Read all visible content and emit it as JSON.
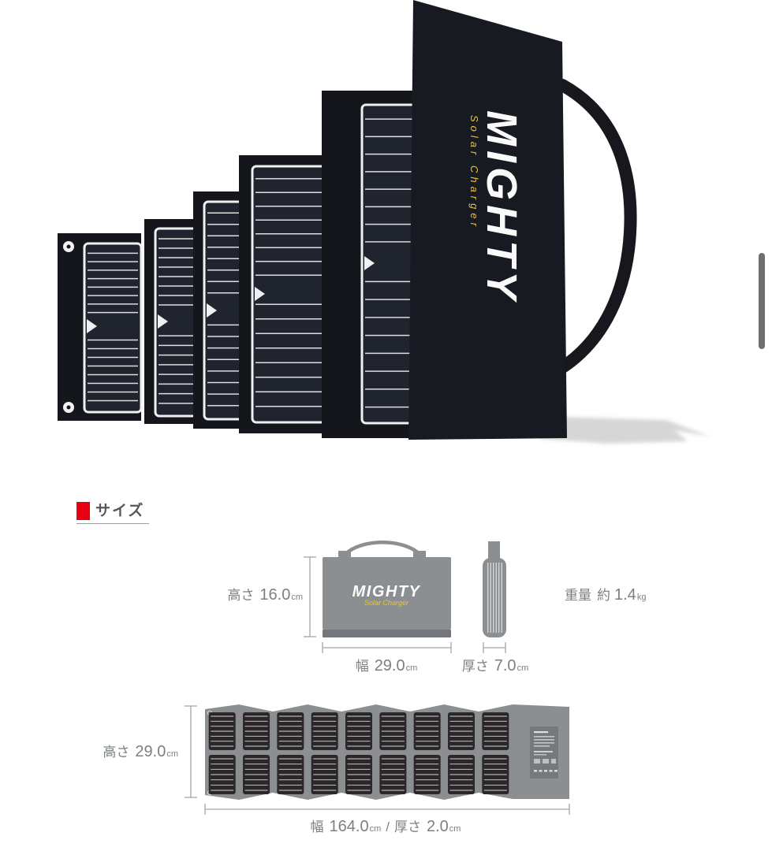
{
  "page": {
    "background": "#ffffff"
  },
  "scrollbar": {
    "color": "#6e6e6e"
  },
  "photo": {
    "description": "MIGHTY Solar Charger folding solar panel product photo",
    "logo_text": "MIGHTY",
    "logo_sub": "Solar Charger"
  },
  "size_section": {
    "heading": "サイズ",
    "accent_color": "#e60012",
    "folded": {
      "logo_text": "MIGHTY",
      "logo_sub": "Solar Charger",
      "height": {
        "label": "高さ",
        "value": "16.0",
        "unit": "cm"
      },
      "width": {
        "label": "幅",
        "value": "29.0",
        "unit": "cm"
      },
      "thickness": {
        "label": "厚さ",
        "value": "7.0",
        "unit": "cm"
      },
      "weight": {
        "label": "重量",
        "approx": "約",
        "value": "1.4",
        "unit": "kg"
      }
    },
    "unfolded": {
      "height": {
        "label": "高さ",
        "value": "29.0",
        "unit": "cm"
      },
      "width": {
        "label": "幅",
        "value": "164.0",
        "unit": "cm"
      },
      "separator": "/",
      "thickness": {
        "label": "厚さ",
        "value": "2.0",
        "unit": "cm"
      }
    }
  },
  "colors": {
    "accent_red": "#e60012",
    "diagram_gray": "#8b8f92",
    "diagram_dark_strip": "#73777b",
    "diagram_label_panel": "#75797c",
    "cell_dark_unfolded": "#2b2627",
    "panel_frame_black": "#14161b",
    "panel_cell_navy": "#20242e",
    "cover_black": "#171a20",
    "logo_yellow": "#f2c51f",
    "dimension_text_gray": "#7b8083",
    "dimension_line_gray": "#a2a6a8",
    "scrollbar_gray": "#6e6e6e",
    "shadow_gray": "#c9c9c9"
  }
}
